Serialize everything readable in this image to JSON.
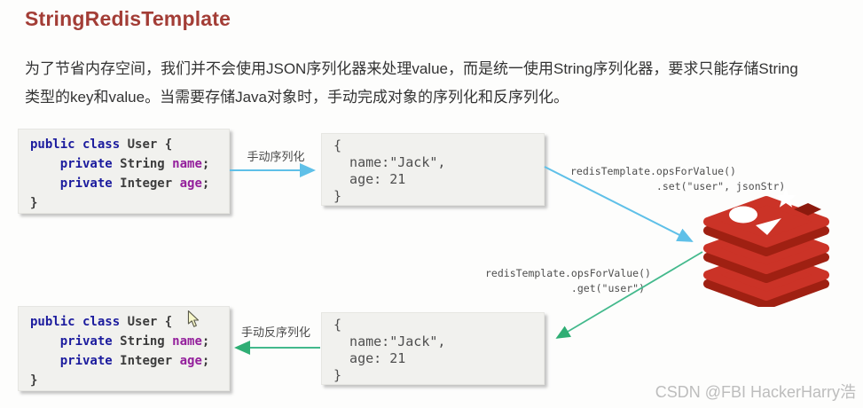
{
  "title": "StringRedisTemplate",
  "intro": {
    "lines": [
      "为了节省内存空间，我们并不会使用JSON序列化器来处理value，而是统一使用String序列化器，要求只能存储String",
      "类型的key和value。当需要存储Java对象时，手动完成对象的序列化和反序列化。"
    ]
  },
  "code_box": {
    "tokens": [
      {
        "text": "public class",
        "style": "kw"
      },
      {
        "text": " User {\n    ",
        "style": "plain"
      },
      {
        "text": "private",
        "style": "kw"
      },
      {
        "text": " String ",
        "style": "plain"
      },
      {
        "text": "name",
        "style": "field"
      },
      {
        "text": ";\n    ",
        "style": "plain"
      },
      {
        "text": "private",
        "style": "kw"
      },
      {
        "text": " Integer ",
        "style": "plain"
      },
      {
        "text": "age",
        "style": "field"
      },
      {
        "text": ";\n}",
        "style": "plain"
      }
    ]
  },
  "json_box": {
    "value": "{\n  name:\"Jack\",\n  age: 21\n}"
  },
  "flow": {
    "serialize_label": "手动序列化",
    "deserialize_label": "手动反序列化",
    "set_call": "redisTemplate.opsForValue()\n              .set(\"user\", jsonStr)",
    "get_call": "redisTemplate.opsForValue()\n              .get(\"user\")"
  },
  "icons": {
    "redis": "redis-logo-icon",
    "cursor": "mouse-cursor-icon"
  },
  "colors": {
    "title_red": "#a33d36",
    "keyword_blue": "#1c1c9e",
    "field_purple": "#94209c",
    "arrow_blue": "#5fc0e8",
    "arrow_green": "#43b98c",
    "redis_red": "#cb3327",
    "redis_dark_red": "#9f2012",
    "box_background": "#f1f1ee"
  },
  "watermark": "CSDN @FBI HackerHarry浩"
}
